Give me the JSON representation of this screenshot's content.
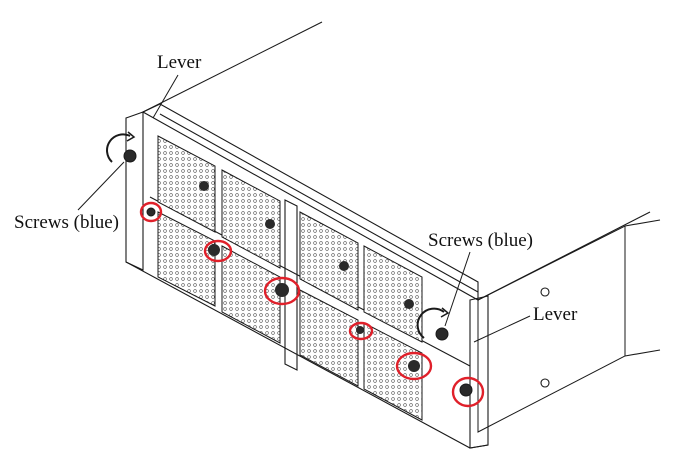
{
  "callouts": {
    "lever_top": "Lever",
    "screws_left": "Screws (blue)",
    "screws_right": "Screws (blue)",
    "lever_right": "Lever"
  },
  "colors": {
    "line": "#1a1a1a",
    "highlight_circle": "#e0202a",
    "screw_fill": "#2a2a2a",
    "background": "#ffffff"
  },
  "icons": [
    "rotation-arrow-icon",
    "screw-icon",
    "highlight-circle"
  ]
}
